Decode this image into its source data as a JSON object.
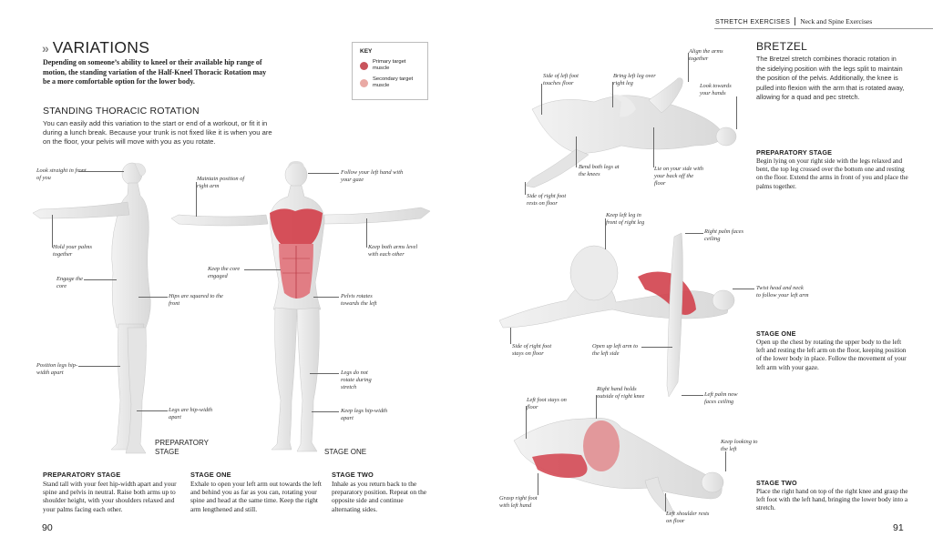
{
  "header": {
    "section": "STRETCH EXERCISES",
    "subsection": "Neck and Spine Exercises"
  },
  "left": {
    "title": "VARIATIONS",
    "intro": "Depending on someone’s ability to kneel or their available hip range of motion, the standing variation of the Half-Kneel Thoracic Rotation may be a more comfortable option for the lower body.",
    "key": {
      "title": "KEY",
      "items": [
        {
          "label": "Primary target muscle",
          "color": "#c9545c"
        },
        {
          "label": "Secondary target muscle",
          "color": "#e9a9a4"
        }
      ]
    },
    "subheading": "STANDING THORACIC ROTATION",
    "subintro": "You can easily add this variation to the start or end of a workout, or fit it in during a lunch break. Because your trunk is not fixed like it is when you are on the floor, your pelvis will move with you as you rotate.",
    "fig1": {
      "caption": "PREPARATORY STAGE",
      "annotations": {
        "look": "Look straight in front of you",
        "hold": "Hold your palms together",
        "core": "Engage the core",
        "legs": "Position legs hip-width apart",
        "hips": "Hips are squared to the front",
        "legs2": "Legs are hip-width apart"
      }
    },
    "fig2": {
      "caption": "STAGE ONE",
      "annotations": {
        "maintain": "Maintain position of right arm",
        "core": "Keep the core engaged",
        "follow": "Follow your left hand with your gaze",
        "arms": "Keep both arms level with each other",
        "pelvis": "Pelvis rotates towards the left",
        "legs": "Legs do not rotate during stretch",
        "legs2": "Keep legs hip-width apart"
      }
    },
    "steps": [
      {
        "title": "PREPARATORY STAGE",
        "text": "Stand tall with your feet hip-width apart and your spine and pelvis in neutral. Raise both arms up to shoulder height, with your shoulders relaxed and your palms facing each other."
      },
      {
        "title": "STAGE ONE",
        "text": "Exhale to open your left arm out towards the left and behind you as far as you can, rotating your spine and head at the same time. Keep the right arm lengthened and still."
      },
      {
        "title": "STAGE TWO",
        "text": "Inhale as you return back to the preparatory position. Repeat on the opposite side and continue alternating sides."
      }
    ],
    "page_number": "90"
  },
  "right": {
    "title": "BRETZEL",
    "intro": "The Bretzel stretch combines thoracic rotation in the sidelying position with the legs split to maintain the position of the pelvis. Additionally, the knee is pulled into flexion with the arm that is rotated away, allowing for a quad and pec stretch.",
    "prep": {
      "title": "PREPARATORY STAGE",
      "text": "Begin lying on your right side with the legs relaxed and bent, the top leg crossed over the bottom one and resting on the floor. Extend the arms in front of you and place the palms together."
    },
    "stage1": {
      "title": "STAGE ONE",
      "text": "Open up the chest by rotating the upper body to the left left and resting the left arm on the floor, keeping position of the lower body in place. Follow the movement of your left arm with your gaze."
    },
    "stage2": {
      "title": "STAGE TWO",
      "text": "Place the right hand on top of the right knee and grasp the left foot with the left hand, bringing the lower body into a stretch."
    },
    "fig1_annotations": {
      "side_left_foot": "Side of left foot touches floor",
      "bring_left_leg": "Bring left leg over right leg",
      "align_arms": "Align the arms together",
      "look_hands": "Look towards your hands",
      "bend_legs": "Bend both legs at the knees",
      "lie_side": "Lie on your side with your back off the floor",
      "side_right_foot": "Side of right foot rests on floor"
    },
    "fig2_annotations": {
      "keep_left_leg": "Keep left leg in front of right leg",
      "right_palm": "Right palm faces ceiling",
      "twist_head": "Twist head and neck to follow your left arm",
      "side_right_foot": "Side of right foot stays on floor",
      "open_left_arm": "Open up left arm to the left side",
      "left_palm": "Left palm now faces ceiling"
    },
    "fig3_annotations": {
      "left_foot": "Left foot stays on floor",
      "right_hand": "Right hand holds outside of right knee",
      "keep_looking": "Keep looking to the left",
      "grasp_right_foot": "Grasp right foot with left hand",
      "left_shoulder": "Left shoulder rests on floor"
    },
    "page_number": "91"
  }
}
